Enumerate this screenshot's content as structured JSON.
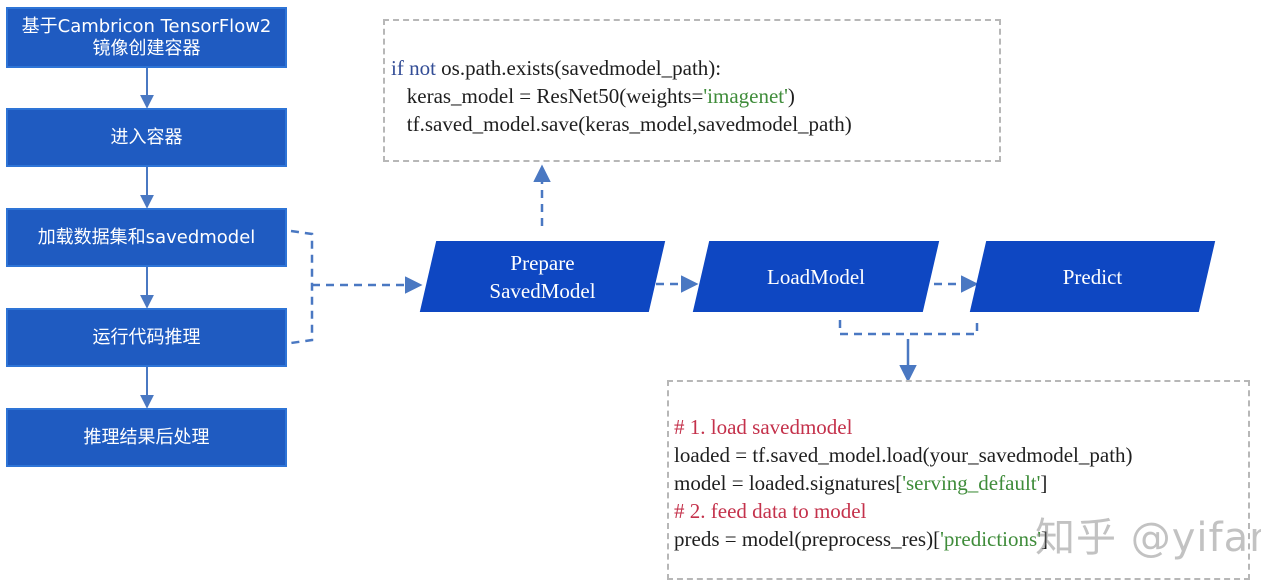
{
  "steps": [
    {
      "line1": "基于Cambricon TensorFlow2",
      "line2": "镜像创建容器"
    },
    {
      "label": "进入容器"
    },
    {
      "label": "加载数据集和savedmodel"
    },
    {
      "label": "运行代码推理"
    },
    {
      "label": "推理结果后处理"
    }
  ],
  "stages": [
    {
      "line1": "Prepare",
      "line2": "SavedModel"
    },
    {
      "label": "LoadModel"
    },
    {
      "label": "Predict"
    }
  ],
  "code_top": {
    "l1_kw": "if not",
    "l1_rest": " os.path.exists(savedmodel_path):",
    "l2_pre": "   keras_model = ResNet50(weights=",
    "l2_str": "'imagenet'",
    "l2_post": ")",
    "l3": "   tf.saved_model.save(keras_model,savedmodel_path)"
  },
  "code_bottom": {
    "c1": "# 1. load savedmodel",
    "l2": "loaded = tf.saved_model.load(your_savedmodel_path)",
    "l3_pre": "model = loaded.signatures[",
    "l3_str": "'serving_default'",
    "l3_post": "]",
    "c2": "# 2. feed data to model",
    "l5_pre": "preds = model(preprocess_res)[",
    "l5_str": "'predictions'",
    "l5_post": "]"
  },
  "watermark": "知乎 @yifan",
  "colors": {
    "step_fill": "#1f5bc1",
    "stage_fill": "#0e47c2",
    "connector": "#4a78c2",
    "dashed_border": "#b7b7b7",
    "keyword": "#334d96",
    "string": "#3f8c3a",
    "comment": "#c4314b"
  }
}
